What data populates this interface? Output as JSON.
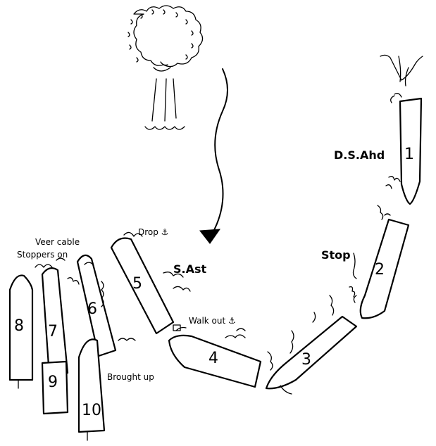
{
  "diagram": {
    "labels": {
      "ds_ahd": "D.S.Ahd",
      "stop": "Stop",
      "s_ast": "S.Ast",
      "drop": "Drop ⚓",
      "walk_out": "Walk out ⚓",
      "veer_cable": "Veer cable",
      "stoppers_on": "Stoppers on",
      "brought_up": "Brought up"
    },
    "ships": [
      {
        "number": "1"
      },
      {
        "number": "2"
      },
      {
        "number": "3"
      },
      {
        "number": "4"
      },
      {
        "number": "5"
      },
      {
        "number": "6"
      },
      {
        "number": "7"
      },
      {
        "number": "8"
      },
      {
        "number": "9"
      },
      {
        "number": "10"
      }
    ],
    "icons": {
      "tree": "tree-icon",
      "current_arrow": "wavy-arrow-icon",
      "shore": "shore-icon"
    }
  }
}
